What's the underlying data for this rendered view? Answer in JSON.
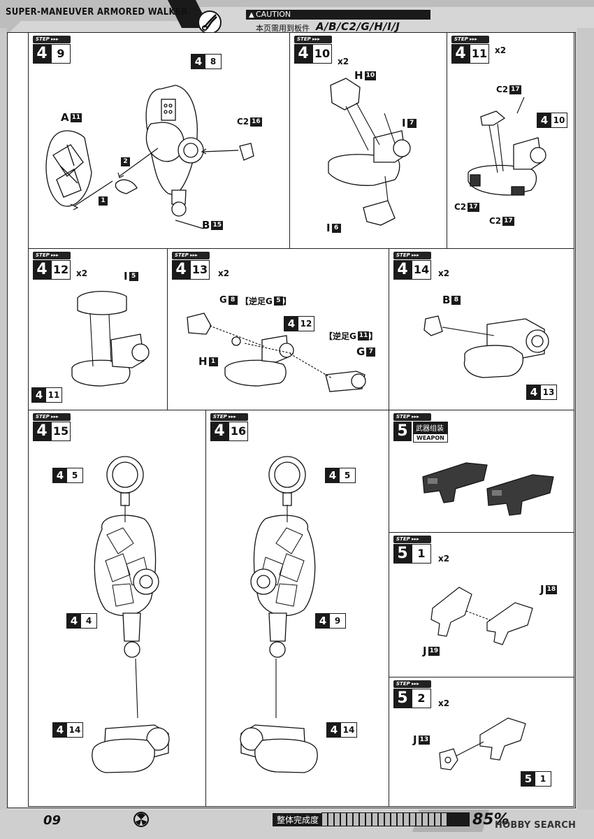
{
  "header": {
    "title": "SUPER-MANEUVER ARMORED WALKER",
    "caution_label": "CAUTION",
    "notice": "本页需用到板件",
    "parts": "A/B/C2/G/H/I/J"
  },
  "step_tag_label": "STEP",
  "steps": {
    "s49": {
      "major": "4",
      "minor": "9",
      "mult": "",
      "labels": {
        "a11": [
          "A",
          "11"
        ],
        "c216": [
          "C2",
          "16"
        ],
        "b15": [
          "B",
          "15"
        ]
      },
      "badge48": [
        "4",
        "8"
      ],
      "arrow1": "1",
      "arrow2": "2"
    },
    "s410": {
      "major": "4",
      "minor": "10",
      "mult": "x2",
      "labels": {
        "h10": [
          "H",
          "10"
        ],
        "i7": [
          "I",
          "7"
        ],
        "i6": [
          "I",
          "6"
        ]
      }
    },
    "s411": {
      "major": "4",
      "minor": "11",
      "mult": "x2",
      "labels": {
        "c217a": [
          "C2",
          "17"
        ],
        "c217b": [
          "C2",
          "17"
        ],
        "c217c": [
          "C2",
          "17"
        ]
      },
      "badge410": [
        "4",
        "10"
      ]
    },
    "s412": {
      "major": "4",
      "minor": "12",
      "mult": "x2",
      "labels": {
        "i5": [
          "I",
          "5"
        ]
      },
      "badge411": [
        "4",
        "11"
      ]
    },
    "s413": {
      "major": "4",
      "minor": "13",
      "mult": "x2",
      "labels": {
        "g8": [
          "G",
          "8"
        ],
        "g5": [
          "【逆足G",
          "5",
          "】"
        ],
        "g11": [
          "【逆足G",
          "11",
          "】"
        ],
        "g7": [
          "G",
          "7"
        ],
        "h1": [
          "H",
          "1"
        ]
      },
      "badge412": [
        "4",
        "12"
      ]
    },
    "s414": {
      "major": "4",
      "minor": "14",
      "mult": "x2",
      "labels": {
        "b8": [
          "B",
          "8"
        ]
      },
      "badge413": [
        "4",
        "13"
      ]
    },
    "s415": {
      "major": "4",
      "minor": "15",
      "badge45": [
        "4",
        "5"
      ],
      "badge44": [
        "4",
        "4"
      ],
      "badge414": [
        "4",
        "14"
      ]
    },
    "s416": {
      "major": "4",
      "minor": "16",
      "badge45": [
        "4",
        "5"
      ],
      "badge49": [
        "4",
        "9"
      ],
      "badge414": [
        "4",
        "14"
      ]
    },
    "s5": {
      "major": "5",
      "weapon_cn": "武器组装",
      "weapon_en": "WEAPON"
    },
    "s51": {
      "major": "5",
      "minor": "1",
      "mult": "x2",
      "labels": {
        "j18": [
          "J",
          "18"
        ],
        "j19": [
          "J",
          "19"
        ]
      }
    },
    "s52": {
      "major": "5",
      "minor": "2",
      "mult": "x2",
      "labels": {
        "j13": [
          "J",
          "13"
        ]
      },
      "badge51": [
        "5",
        "1"
      ]
    }
  },
  "footer": {
    "page": "09",
    "completion_label": "整体完成度",
    "completion_pct": "85%",
    "completion_value": 85,
    "watermark": "HOBBY SEARCH"
  }
}
